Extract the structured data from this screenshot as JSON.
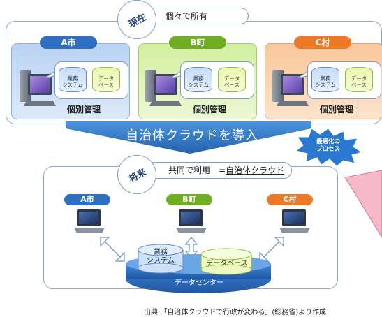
{
  "current": {
    "badge": "現在",
    "tagline": "個々で所有",
    "cities": [
      {
        "name": "A市",
        "db1": "業務\nシステム",
        "db2": "データ\nベース",
        "mgmt": "個別管理"
      },
      {
        "name": "B町",
        "db1": "業務\nシステム",
        "db2": "データ\nベース",
        "mgmt": "個別管理"
      },
      {
        "name": "C村",
        "db1": "業務\nシステム",
        "db2": "データ\nベース",
        "mgmt": "個別管理"
      }
    ]
  },
  "transition": {
    "arrow_label": "自治体クラウドを導入",
    "burst_label": "最適化の\nプロセス"
  },
  "future": {
    "badge": "将来",
    "tagline_prefix": "共同で利用　=",
    "tagline_emphasis": "自治体クラウド",
    "cities": [
      "A市",
      "B町",
      "C村"
    ],
    "business_system": "業務\nシステム",
    "database": "データベース",
    "datacenter": "データセンター"
  },
  "source": "出典:「自治体クラウドで行政が変わる」(総務省)より作成",
  "colors": {
    "city_a": "#2f6fc0",
    "city_b": "#6fae24",
    "city_c": "#ea7a27",
    "arrow": "#2f78c4",
    "burst": "#2a78cf",
    "datacenter": "#2a65b4"
  }
}
